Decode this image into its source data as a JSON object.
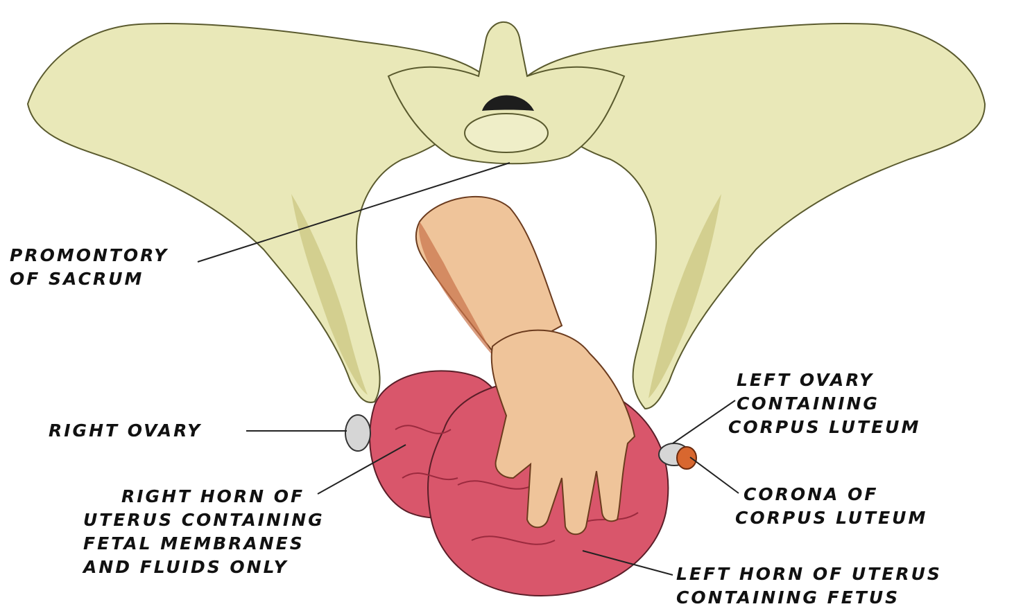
{
  "labels": {
    "promontory": [
      "PROMONTORY",
      "OF SACRUM"
    ],
    "right_ovary": [
      "RIGHT OVARY"
    ],
    "right_horn": [
      "RIGHT HORN OF",
      "UTERUS CONTAINING",
      "FETAL MEMBRANES",
      "AND FLUIDS ONLY"
    ],
    "left_ovary": [
      "LEFT OVARY",
      "CONTAINING",
      "CORPUS LUTEUM"
    ],
    "corona": [
      "CORONA OF",
      "CORPUS LUTEUM"
    ],
    "left_horn": [
      "LEFT HORN OF UTERUS",
      "CONTAINING FETUS"
    ]
  },
  "colors": {
    "bone": "#e9e8b8",
    "bone_shade": "#c9c47e",
    "uterus": "#d9566b",
    "uterus_dark": "#b7304a",
    "skin": "#efc49a",
    "skin_shade": "#c9744a",
    "ovary": "#d6d6d6",
    "corona": "#d8672f",
    "line": "#222222"
  }
}
